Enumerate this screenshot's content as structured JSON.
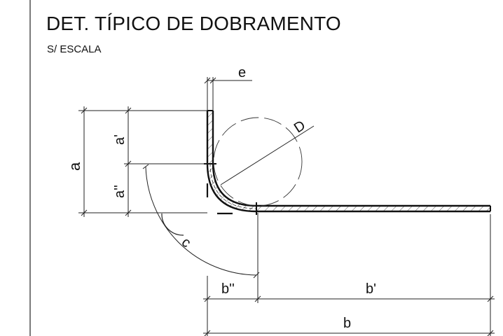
{
  "drawing": {
    "title": "DET. TÍPICO DE DOBRAMENTO",
    "scale_note": "S/ ESCALA"
  },
  "dimensions": {
    "e": "e",
    "D": "D",
    "a": "a",
    "a_prime": "a'",
    "a_double_prime": "a''",
    "c": "c",
    "b_double_prime": "b''",
    "b_prime": "b'",
    "b": "b"
  }
}
